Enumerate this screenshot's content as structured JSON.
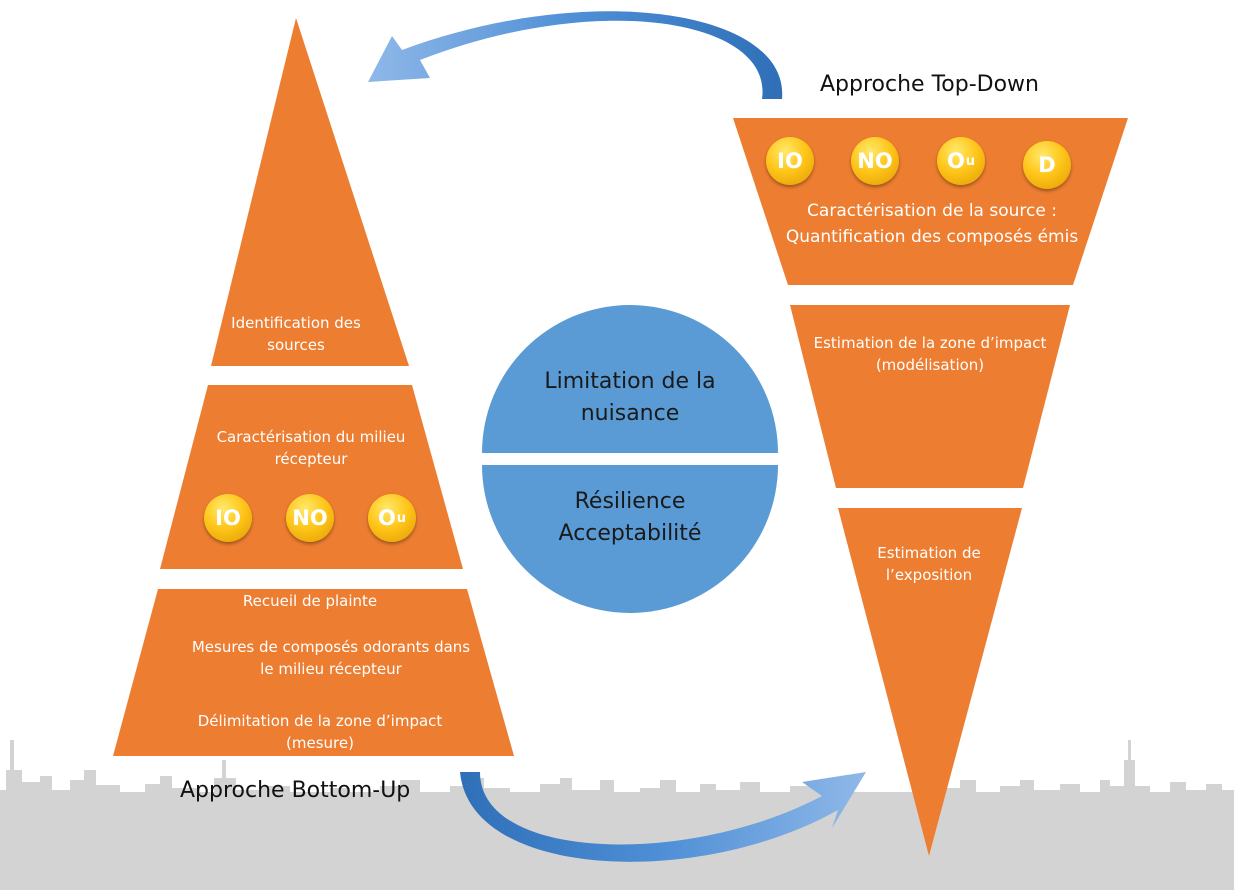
{
  "colors": {
    "orange": "#ed7d31",
    "blue": "#5b9bd5",
    "coin": "#ffc61a",
    "skyline": "#d3d3d3"
  },
  "left": {
    "title": "Approche Bottom-Up",
    "tiers": [
      "Identification des sources",
      "Caractérisation du milieu récepteur",
      "Recueil de plainte",
      "Mesures de composés odorants dans le milieu récepteur",
      "Délimitation de la zone d’impact (mesure)"
    ],
    "coins": [
      {
        "label": "IO"
      },
      {
        "label": "NO"
      },
      {
        "label": "O",
        "sub": "u"
      }
    ]
  },
  "right": {
    "title": "Approche Top-Down",
    "tiers": [
      "Caractérisation de la source :",
      "Quantification des composés émis",
      "Estimation de la zone d’impact (modélisation)",
      "Estimation de l’exposition"
    ],
    "coins": [
      {
        "label": "IO"
      },
      {
        "label": "NO"
      },
      {
        "label": "O",
        "sub": "u"
      },
      {
        "label": "D"
      }
    ]
  },
  "center": {
    "top": "Limitation de la nuisance",
    "bottom_line1": "Résilience",
    "bottom_line2": "Acceptabilité"
  }
}
